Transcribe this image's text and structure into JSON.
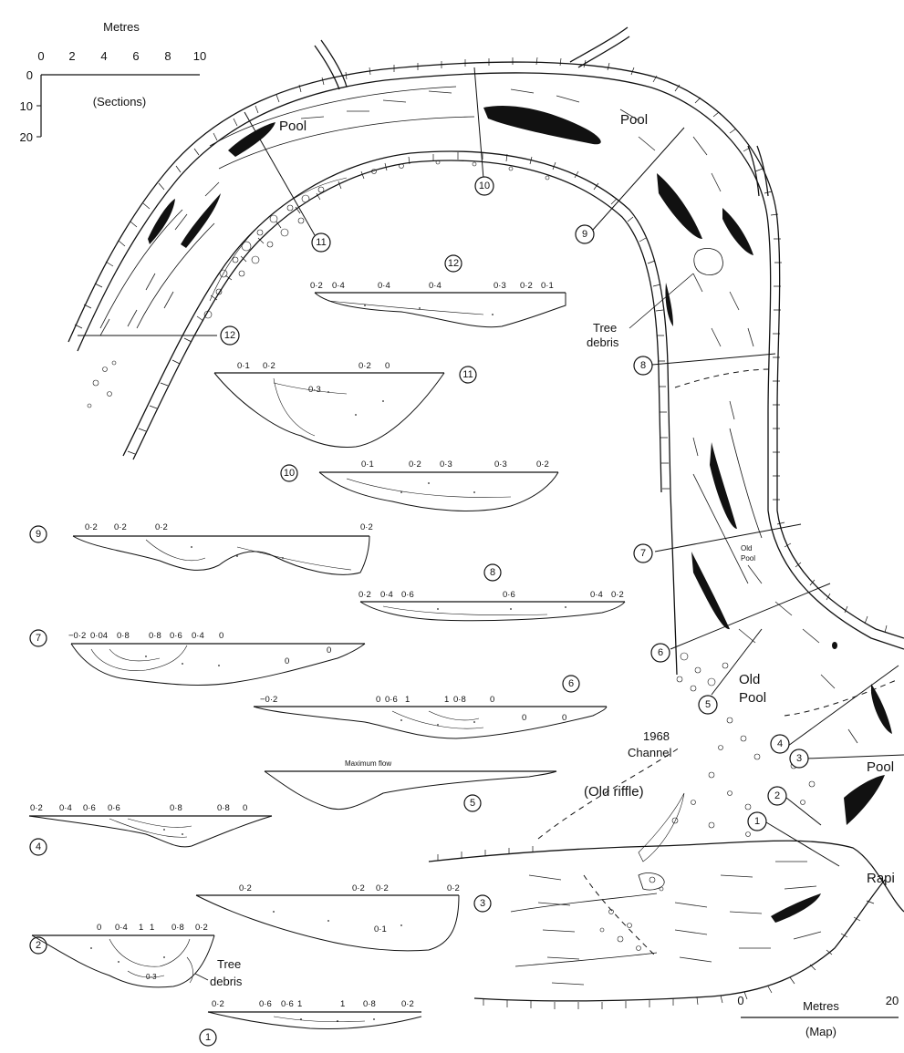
{
  "scale_sections": {
    "title": "Metres",
    "h_ticks": [
      "0",
      "2",
      "4",
      "6",
      "8",
      "10"
    ],
    "v_ticks": [
      "0",
      "10",
      "20"
    ],
    "caption": "(Sections)"
  },
  "scale_map": {
    "start": "0",
    "title": "Metres",
    "end": "20",
    "caption": "(Map)"
  },
  "map_labels": {
    "pool_upper_left": "Pool",
    "pool_upper_right": "Pool",
    "tree_debris_line1": "Tree",
    "tree_debris_line2": "debris",
    "old_pool_small_1": "Old",
    "old_pool_small_2": "Pool",
    "old_pool_1": "Old",
    "old_pool_2": "Pool",
    "channel_1968_line1": "1968",
    "channel_1968_line2": "Channel",
    "old_riffle": "(Old riffle)",
    "pool_lower": "Pool",
    "rapid": "Rapi"
  },
  "map_markers": [
    "1",
    "2",
    "3",
    "4",
    "5",
    "6",
    "7",
    "8",
    "9",
    "10",
    "11",
    "12"
  ],
  "sections": [
    {
      "id": "12",
      "values": [
        "0·2",
        "0·4",
        "0·4",
        "0·4",
        "0·3",
        "0·2",
        "0·1"
      ]
    },
    {
      "id": "11",
      "values": [
        "0·1",
        "0·2",
        "0·2",
        "0"
      ],
      "inner": "0·3"
    },
    {
      "id": "10",
      "values": [
        "0·1",
        "0·2",
        "0·3",
        "0·3",
        "0·2"
      ]
    },
    {
      "id": "9",
      "values": [
        "0·2",
        "0·2",
        "0·2",
        "0·2"
      ]
    },
    {
      "id": "8",
      "values": [
        "0·2",
        "0·4",
        "0·6",
        "0·6",
        "0·4",
        "0·2"
      ]
    },
    {
      "id": "7",
      "values": [
        "−0·2",
        "0·04",
        "0·8",
        "0·8",
        "0·6",
        "0·4",
        "0"
      ],
      "inner": [
        "0",
        "0"
      ]
    },
    {
      "id": "6",
      "values": [
        "−0·2",
        "0",
        "0·6",
        "1",
        "1",
        "0·8",
        "0"
      ],
      "inner": [
        "0",
        "0"
      ]
    },
    {
      "id": "5",
      "annotation": "Maximum flow"
    },
    {
      "id": "4",
      "values": [
        "0·2",
        "0·4",
        "0·6",
        "0·6",
        "0·8",
        "0·8",
        "0"
      ]
    },
    {
      "id": "3",
      "values": [
        "0·2",
        "0·2",
        "0·2",
        "0·2"
      ],
      "inner": "0·1"
    },
    {
      "id": "2",
      "values": [
        "0",
        "0·4",
        "1",
        "1",
        "0·8",
        "0·2"
      ],
      "inner": "0·3",
      "note_line1": "Tree",
      "note_line2": "debris"
    },
    {
      "id": "1",
      "values": [
        "0·2",
        "0·6",
        "0·6",
        "1",
        "1",
        "0·8",
        "0·2"
      ]
    }
  ]
}
